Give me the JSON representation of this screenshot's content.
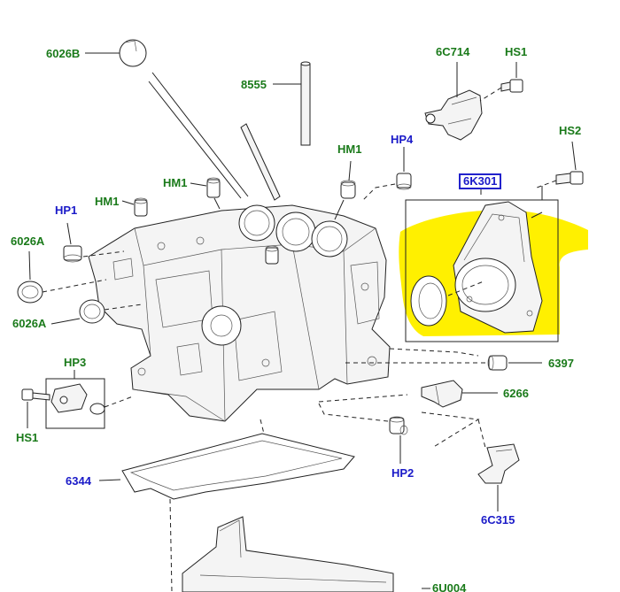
{
  "colors": {
    "part_number": "#1a7a1a",
    "fastener_code": "#1a1ac8",
    "highlight": "#fff000",
    "line": "#222222",
    "part_fill": "#f2f2f2"
  },
  "callouts": {
    "c6026B": "6026B",
    "c8555": "8555",
    "c6C714": "6C714",
    "cHS1_top": "HS1",
    "cHS2": "HS2",
    "cHP4": "HP4",
    "cHM1_right": "HM1",
    "cHM1_center": "HM1",
    "cHM1_left": "HM1",
    "cHP1": "HP1",
    "c6026A_top": "6026A",
    "c6026A_bottom": "6026A",
    "c6K301": "6K301",
    "cHP3": "HP3",
    "cHS1_bottom": "HS1",
    "c6397": "6397",
    "c6266": "6266",
    "c6344": "6344",
    "cHP2": "HP2",
    "c6C315": "6C315",
    "c6U004": "6U004"
  },
  "selected_callout": "6K301",
  "icons": {
    "highlighted_part": "rear-main-seal-retainer-icon",
    "engine_block": "engine-block-icon",
    "oil_pan": "oil-pan-icon"
  }
}
